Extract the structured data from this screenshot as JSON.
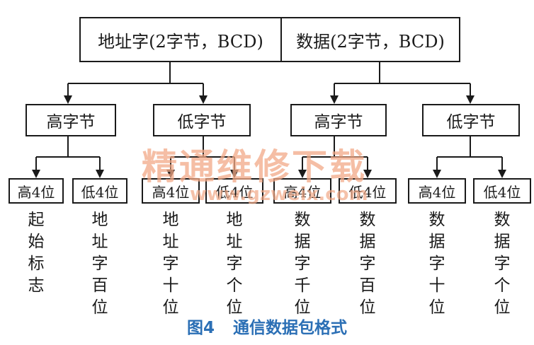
{
  "packet": {
    "address_field": "地址字(2字节，BCD)",
    "data_field": "数据(2字节，BCD)"
  },
  "bytes": [
    {
      "label": "高字节"
    },
    {
      "label": "低字节"
    },
    {
      "label": "高字节"
    },
    {
      "label": "低字节"
    }
  ],
  "nibbles": [
    {
      "label": "高4位",
      "meaning": [
        "起",
        "始",
        "标",
        "志"
      ]
    },
    {
      "label": "低4位",
      "meaning": [
        "地",
        "址",
        "字",
        "百",
        "位"
      ]
    },
    {
      "label": "高4位",
      "meaning": [
        "地",
        "址",
        "字",
        "十",
        "位"
      ]
    },
    {
      "label": "低4位",
      "meaning": [
        "地",
        "址",
        "字",
        "个",
        "位"
      ]
    },
    {
      "label": "高4位",
      "meaning": [
        "数",
        "据",
        "字",
        "千",
        "位"
      ]
    },
    {
      "label": "低4位",
      "meaning": [
        "数",
        "据",
        "字",
        "百",
        "位"
      ]
    },
    {
      "label": "高4位",
      "meaning": [
        "数",
        "据",
        "字",
        "十",
        "位"
      ]
    },
    {
      "label": "低4位",
      "meaning": [
        "数",
        "据",
        "字",
        "个",
        "位"
      ]
    }
  ],
  "watermark": {
    "text": "精通维修下载",
    "url": "www.gzweix.com"
  },
  "caption": {
    "figure": "图4",
    "title": "通信数据包格式"
  },
  "colors": {
    "line": "#1a1a1a",
    "caption": "#2b6fb5",
    "watermark": "#f2a987"
  }
}
